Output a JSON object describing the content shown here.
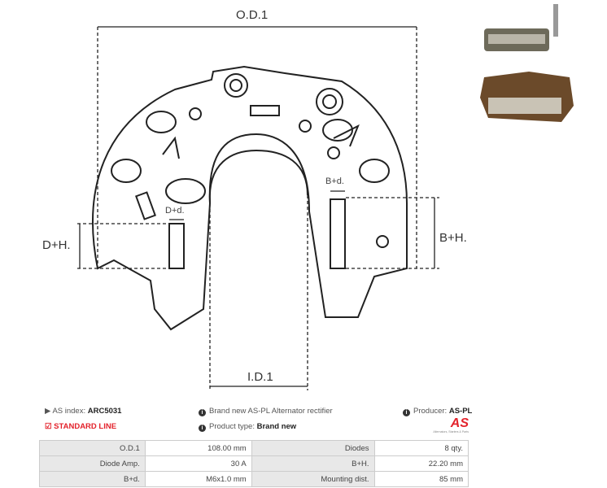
{
  "drawing": {
    "od_label": "O.D.1",
    "id_label": "I.D.1",
    "dh_label": "D+H.",
    "dd_label": "D+d.",
    "bh_label": "B+H.",
    "bd_label": "B+d."
  },
  "info": {
    "as_index_label": "AS index:",
    "as_index_value": "ARC5031",
    "line": "STANDARD LINE",
    "description": "Brand new AS-PL Alternator rectifier",
    "product_type_label": "Product type:",
    "product_type_value": "Brand new",
    "producer_label": "Producer:",
    "producer_value": "AS-PL",
    "logo_text": "AS",
    "logo_sub": "Alternators, Starters & Parts",
    "accent": "#e3222b"
  },
  "specs": [
    {
      "k1": "O.D.1",
      "v1": "108.00 mm",
      "k2": "Diodes",
      "v2": "8 qty."
    },
    {
      "k1": "Diode Amp.",
      "v1": "30 A",
      "k2": "B+H.",
      "v2": "22.20 mm"
    },
    {
      "k1": "B+d.",
      "v1": "M6x1.0 mm",
      "k2": "Mounting dist.",
      "v2": "85 mm"
    }
  ]
}
